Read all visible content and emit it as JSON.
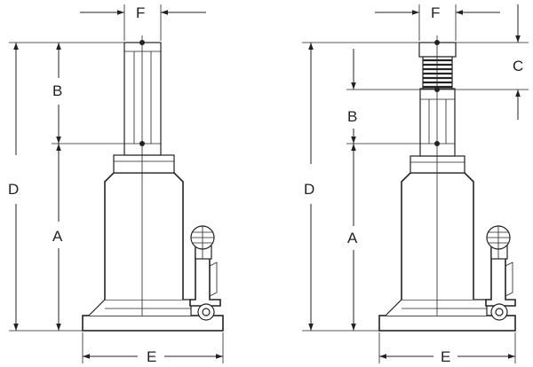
{
  "diagrams": [
    {
      "name": "standard-jack",
      "labels": {
        "F": "F",
        "B": "B",
        "D": "D",
        "A": "A",
        "E": "E"
      }
    },
    {
      "name": "screw-extension-jack",
      "labels": {
        "F": "F",
        "C": "C",
        "B": "B",
        "D": "D",
        "A": "A",
        "E": "E"
      }
    }
  ]
}
